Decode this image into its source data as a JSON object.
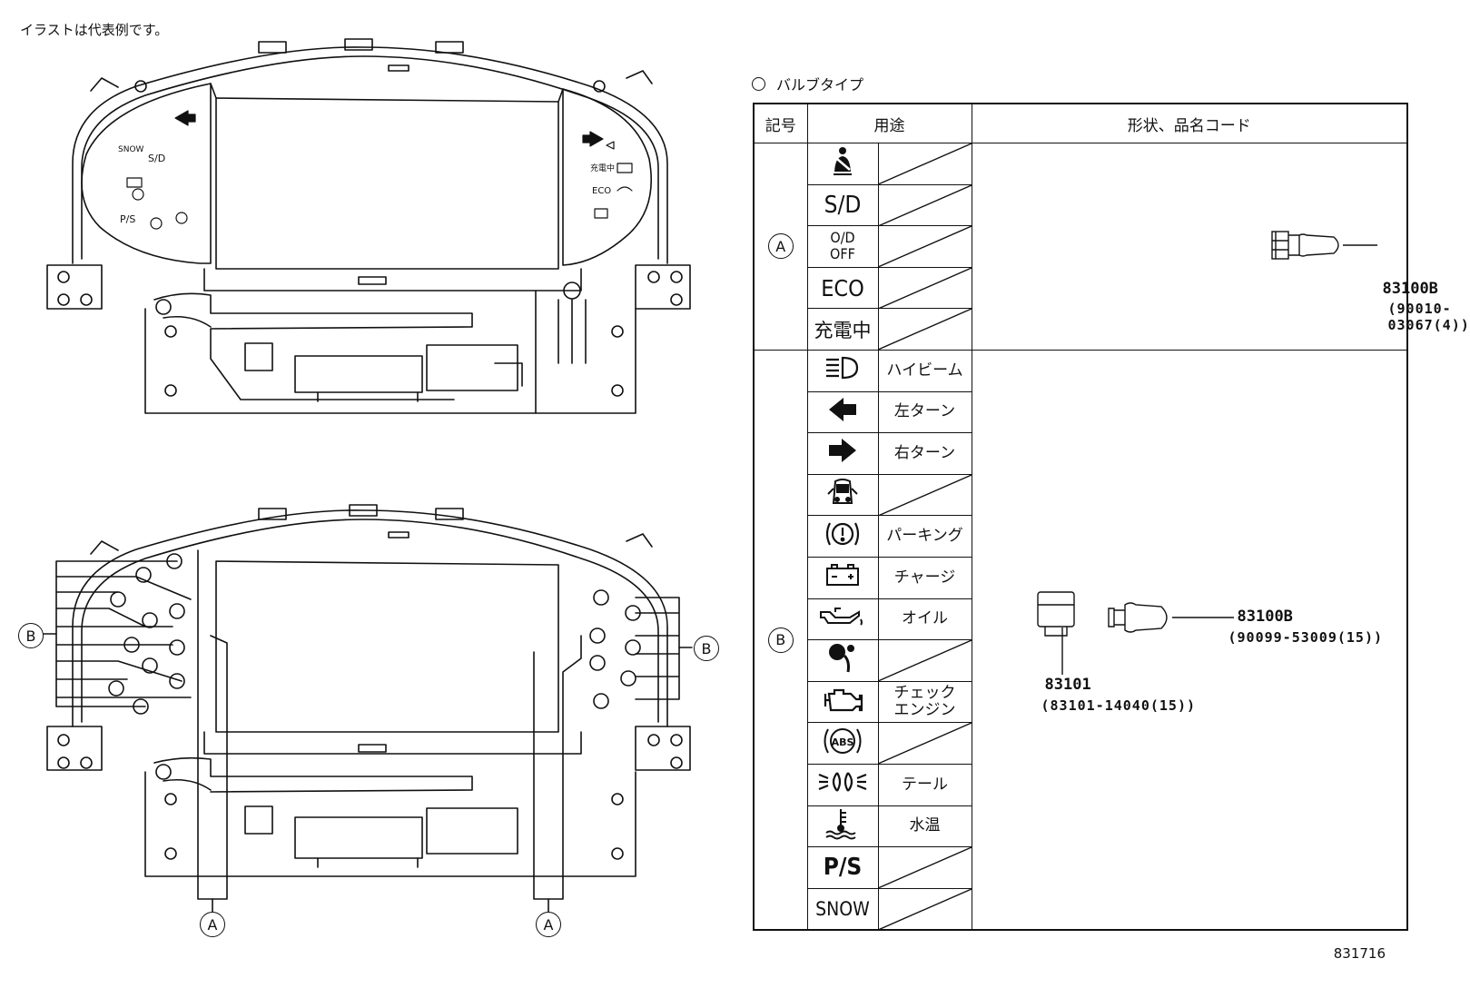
{
  "note": "イラストは代表例です。",
  "legend_title": "バルブタイプ",
  "table": {
    "headers": [
      "記号",
      "用途",
      "形状、品名コード"
    ],
    "groups": [
      {
        "symbol": "A",
        "rows": [
          {
            "icon": "seatbelt-icon",
            "use": ""
          },
          {
            "icon_text": "S/D",
            "use": ""
          },
          {
            "icon_text": "O/D OFF",
            "use": ""
          },
          {
            "icon_text": "ECO",
            "use": ""
          },
          {
            "icon_text": "充電中",
            "use": ""
          }
        ]
      },
      {
        "symbol": "B",
        "rows": [
          {
            "icon": "high-beam-icon",
            "use": "ハイビーム"
          },
          {
            "icon": "left-turn-icon",
            "use": "左ターン"
          },
          {
            "icon": "right-turn-icon",
            "use": "右ターン"
          },
          {
            "icon": "door-open-icon",
            "use": ""
          },
          {
            "icon": "parking-brake-icon",
            "use": "パーキング"
          },
          {
            "icon": "battery-icon",
            "use": "チャージ"
          },
          {
            "icon": "oil-icon",
            "use": "オイル"
          },
          {
            "icon": "airbag-icon",
            "use": ""
          },
          {
            "icon": "check-engine-icon",
            "use": "チェック\nエンジン"
          },
          {
            "icon": "abs-icon",
            "use": ""
          },
          {
            "icon": "tail-light-icon",
            "use": "テール"
          },
          {
            "icon": "water-temp-icon",
            "use": "水温"
          },
          {
            "icon_text": "P/S",
            "use": ""
          },
          {
            "icon_text": "SNOW",
            "use": ""
          }
        ]
      }
    ],
    "group_a_parts": {
      "bulb_code": "83100B",
      "bulb_part": "(90010-03067(4))"
    },
    "group_b_parts": {
      "bulb_code": "83100B",
      "bulb_part": "(90099-53009(15))",
      "socket_code": "83101",
      "socket_part": "(83101-14040(15))"
    }
  },
  "diagram_labels": {
    "callout_a": "A",
    "callout_b": "B",
    "cluster_top_left": [
      "SNOW",
      "S/D",
      "P/S"
    ],
    "cluster_top_right": [
      "充電中",
      "ECO"
    ]
  },
  "part_number": "831716"
}
